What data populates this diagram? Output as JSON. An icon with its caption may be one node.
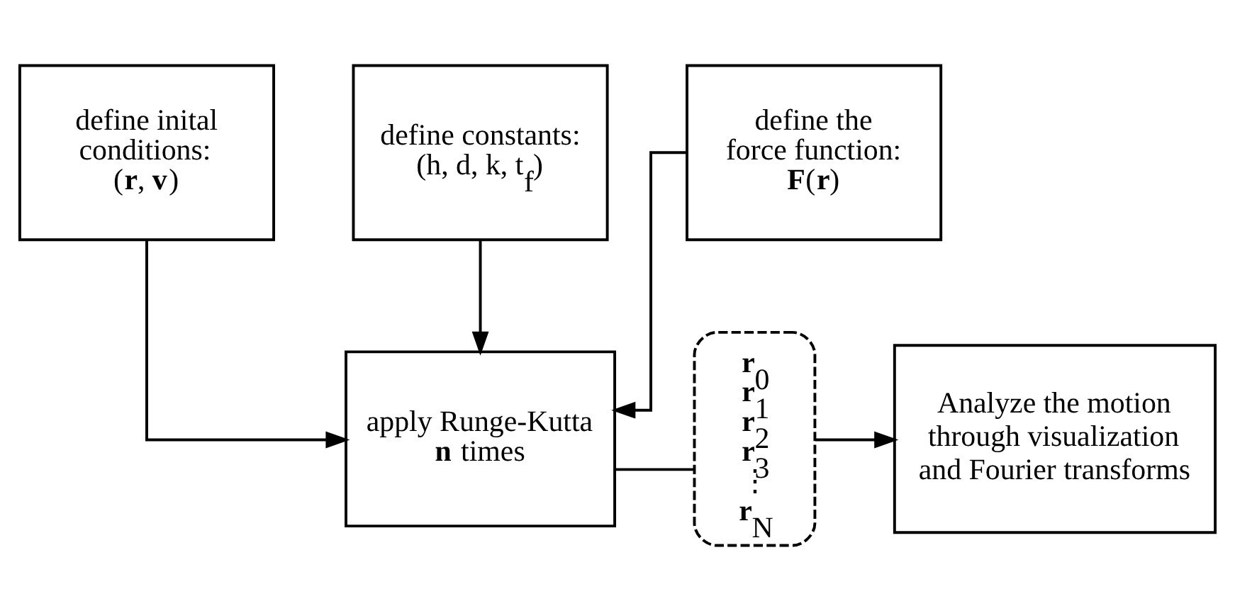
{
  "diagram": {
    "nodes": [
      {
        "text": [
          "define inital conditions: (**r**, **v**)"
        ]
      },
      {
        "text": [
          "define constants: (h, d, k, t$_{f}$)"
        ]
      },
      {
        "text": [
          "define the force function: **F**(**r**)"
        ]
      },
      {
        "text": [
          "apply Runge-Kutta **n** times"
        ]
      },
      {
        "text": [
          "**r**$_{0}$",
          "**r**$_{1}$",
          "**r**$_{2}$",
          "**r**$_{3}$",
          "⋮",
          "**r**$_{N}$"
        ]
      },
      {
        "text": [
          "Analyze the motion through visualization and Fourier transforms"
        ]
      }
    ],
    "edges": [
      {
        "from": 0,
        "to": 3,
        "arrow": "to"
      },
      {
        "from": 1,
        "to": 3,
        "arrow": "to"
      },
      {
        "from": 2,
        "to": 3,
        "arrow": "to"
      },
      {
        "from": 3,
        "to": 4,
        "arrow": "none"
      },
      {
        "from": 4,
        "to": 5,
        "arrow": "to"
      }
    ]
  }
}
